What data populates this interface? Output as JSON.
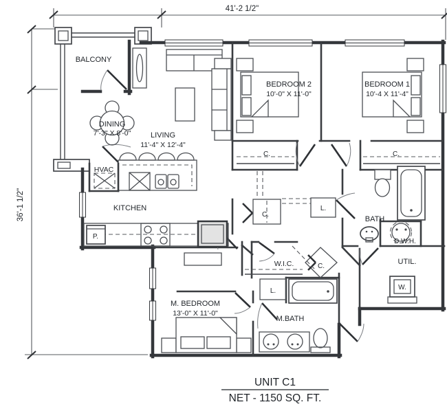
{
  "drawing": {
    "title": "UNIT C1",
    "subtitle": "NET - 1150 SQ. FT.",
    "dimensions": {
      "overall_width": "41'-2 1/2\"",
      "overall_height": "36'-1 1/2\""
    },
    "rooms": {
      "balcony": {
        "label": "BALCONY"
      },
      "dining": {
        "label": "DINING",
        "size": "7'-3\" X 8'-0\""
      },
      "living": {
        "label": "LIVING",
        "size": "11'-4\" X 12'-4\""
      },
      "kitchen": {
        "label": "KITCHEN"
      },
      "hvac": {
        "label": "HVAC"
      },
      "pantry": {
        "label": "P."
      },
      "bedroom2": {
        "label": "BEDROOM 2",
        "size": "10'-0\" X 11'-0\""
      },
      "bedroom1": {
        "label": "BEDROOM 1",
        "size": "10'-4 X 11'-4\""
      },
      "bath": {
        "label": "BATH"
      },
      "water_heater": {
        "label": "D.W.H."
      },
      "utility": {
        "label": "UTIL."
      },
      "washer": {
        "label": "W."
      },
      "m_bedroom": {
        "label": "M. BEDROOM",
        "size": "13'-0\" X 11'-0\""
      },
      "m_bath": {
        "label": "M.BATH"
      },
      "wic": {
        "label": "W.I.C."
      },
      "closet": {
        "label": "C."
      },
      "linen": {
        "label": "L."
      }
    }
  }
}
